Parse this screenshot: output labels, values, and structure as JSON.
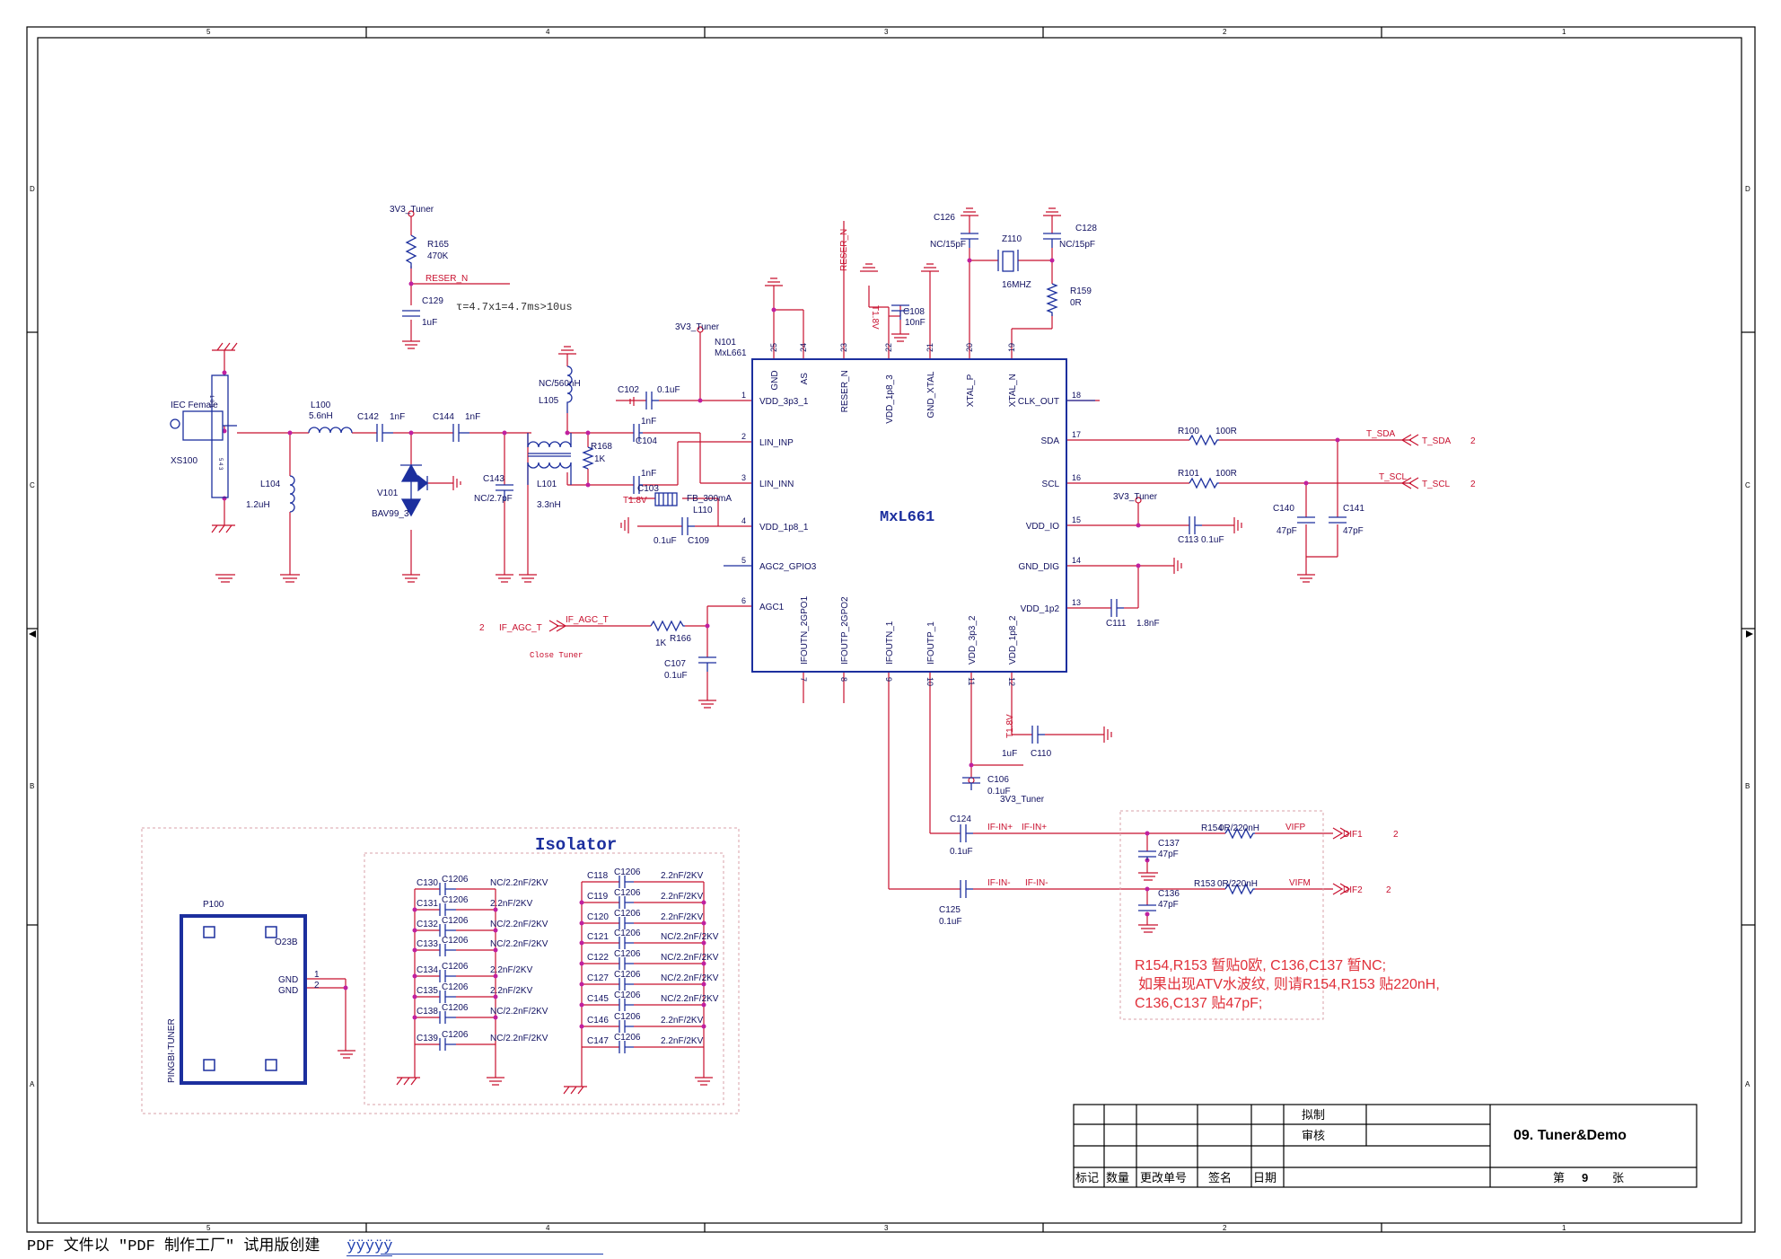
{
  "frame": {
    "col_top": [
      "5",
      "4",
      "3",
      "2",
      "1"
    ],
    "col_bottom": [
      "5",
      "4",
      "3",
      "2",
      "1"
    ],
    "row_left": [
      "D",
      "C",
      "B",
      "A"
    ],
    "row_right": [
      "D",
      "C",
      "B",
      "A"
    ]
  },
  "chip": {
    "name": "MxL661",
    "ref": "N101",
    "part": "MxL661",
    "pins_top": [
      {
        "num": "25",
        "name": "GND"
      },
      {
        "num": "24",
        "name": "AS"
      },
      {
        "num": "23",
        "name": "RESER_N"
      },
      {
        "num": "22",
        "name": "VDD_1p8_3"
      },
      {
        "num": "21",
        "name": "GND_XTAL"
      },
      {
        "num": "20",
        "name": "XTAL_P"
      },
      {
        "num": "19",
        "name": "XTAL_N"
      }
    ],
    "pins_left": [
      {
        "num": "1",
        "name": "VDD_3p3_1"
      },
      {
        "num": "2",
        "name": "LIN_INP"
      },
      {
        "num": "3",
        "name": "LIN_INN"
      },
      {
        "num": "4",
        "name": "VDD_1p8_1"
      },
      {
        "num": "5",
        "name": "AGC2_GPIO3"
      },
      {
        "num": "6",
        "name": "AGC1"
      }
    ],
    "pins_right": [
      {
        "num": "18",
        "name": "CLK_OUT"
      },
      {
        "num": "17",
        "name": "SDA"
      },
      {
        "num": "16",
        "name": "SCL"
      },
      {
        "num": "15",
        "name": "VDD_IO"
      },
      {
        "num": "14",
        "name": "GND_DIG"
      },
      {
        "num": "13",
        "name": "VDD_1p2"
      }
    ],
    "pins_bottom": [
      {
        "num": "7",
        "name": "IFOUTN_2GPO1"
      },
      {
        "num": "8",
        "name": "IFOUTP_2GPO2"
      },
      {
        "num": "9",
        "name": "IFOUTN_1"
      },
      {
        "num": "10",
        "name": "IFOUTP_1"
      },
      {
        "num": "11",
        "name": "VDD_3p3_2"
      },
      {
        "num": "12",
        "name": "VDD_1p8_2"
      }
    ]
  },
  "labels": {
    "v3v3_tuner_1": "3V3_Tuner",
    "r165": "R165",
    "r165_val": "470K",
    "reser_n_net": "RESER_N",
    "c129": "C129",
    "c129_val": "1uF",
    "tau_note": "τ=4.7x1=4.7ms>10us",
    "v3v3_tuner_2": "3V3_Tuner",
    "iec_female": "IEC Female",
    "xs100": "XS100",
    "iec_pin_left": "1 0 3",
    "iec_pin_right": "5 4 3",
    "l100": "L100",
    "l100_val": "5.6nH",
    "c142": "C142",
    "c142_val": "1nF",
    "c144": "C144",
    "c144_val": "1nF",
    "l104": "L104",
    "l104_val": "1.2uH",
    "v101": "V101",
    "bav99": "BAV99_3",
    "c143": "C143",
    "c143_val": "NC/2.7pF",
    "l105_val": "NC/560nH",
    "l105": "L105",
    "r168": "R168",
    "r168_val": "1K",
    "l101": "L101",
    "l101_val": "3.3nH",
    "c102": "C102",
    "c102_val": "0.1uF",
    "c104": "C104",
    "c104_val": "1nF",
    "c103": "C103",
    "c103_val": "1nF",
    "t1v8_a": "T1.8V",
    "fb": "FB_300mA",
    "l110": "L110",
    "c109": "C109",
    "c109_val": "0.1uF",
    "if_agc_t": "IF_AGC_T",
    "if_agc_t_net": "IF_AGC_T",
    "agc_sheet": "2",
    "r166": "R166",
    "r166_val": "1K",
    "close_tuner": "Close Tuner",
    "c107": "C107",
    "c107_val": "0.1uF",
    "reser_n_top": "RESER_N",
    "t1v8_b": "T1.8V",
    "c108": "C108",
    "c108_val": "10nF",
    "c126": "C126",
    "c126_val": "NC/15pF",
    "z110": "Z110",
    "z110_val": "16MHZ",
    "c128": "C128",
    "c128_val": "NC/15pF",
    "r159": "R159",
    "r159_val": "0R",
    "r100": "R100",
    "r100_val": "100R",
    "r101": "R101",
    "r101_val": "100R",
    "t_sda_net": "T_SDA",
    "t_sda": "T_SDA",
    "t_sda_sheet": "2",
    "t_scl_net": "T_SCL",
    "t_scl": "T_SCL",
    "t_scl_sheet": "2",
    "c140": "C140",
    "c140_val": "47pF",
    "c141": "C141",
    "c141_val": "47pF",
    "v3v3_tuner_3": "3V3_Tuner",
    "c113": "C113",
    "c113_val": "0.1uF",
    "c111": "C111",
    "c111_val": "1.8nF",
    "t1v8_c": "T1.8V",
    "c110": "C110",
    "c110_val": "1uF",
    "c106": "C106",
    "c106_val": "0.1uF",
    "v3v3_tuner_4": "3V3_Tuner",
    "c124": "C124",
    "c124_val": "0.1uF",
    "c125": "C125",
    "c125_val": "0.1uF",
    "if_in_p": "IF-IN+",
    "if_in_p2": "IF-IN+",
    "if_in_n": "IF-IN-",
    "if_in_n2": "IF-IN-",
    "c137": "C137",
    "c137_val": "47pF",
    "c136": "C136",
    "c136_val": "47pF",
    "r154": "R154",
    "r154_val": "0R/220nH",
    "vifp": "VIFP",
    "dif1": "DIF1",
    "dif1_sheet": "2",
    "r153": "R153",
    "r153_val": "0R/220nH",
    "vifm": "VIFM",
    "dif2": "DIF2",
    "dif2_sheet": "2",
    "note_line1": "R154,R153 暂贴0欧, C136,C137 暂NC;",
    "note_line2": "如果出现ATV水波纹, 则请R154,R153 贴220nH,",
    "note_line3": "C136,C137 贴47pF;",
    "isolator": "Isolator",
    "p100": "P100",
    "o23b": "O23B",
    "gnd1": "GND",
    "gnd2": "GND",
    "p100_pin1": "1",
    "p100_pin2": "2",
    "pingbi": "PINGBI-TUNER"
  },
  "isolator_left": [
    {
      "ref": "C130",
      "pkg": "C1206",
      "val": "NC/2.2nF/2KV"
    },
    {
      "ref": "C131",
      "pkg": "C1206",
      "val": "2.2nF/2KV"
    },
    {
      "ref": "C132",
      "pkg": "C1206",
      "val": "NC/2.2nF/2KV"
    },
    {
      "ref": "C133",
      "pkg": "C1206",
      "val": "NC/2.2nF/2KV"
    },
    {
      "ref": "C134",
      "pkg": "C1206",
      "val": "2.2nF/2KV"
    },
    {
      "ref": "C135",
      "pkg": "C1206",
      "val": "2.2nF/2KV"
    },
    {
      "ref": "C138",
      "pkg": "C1206",
      "val": "NC/2.2nF/2KV"
    },
    {
      "ref": "C139",
      "pkg": "C1206",
      "val": "NC/2.2nF/2KV"
    }
  ],
  "isolator_right": [
    {
      "ref": "C118",
      "pkg": "C1206",
      "val": "2.2nF/2KV"
    },
    {
      "ref": "C119",
      "pkg": "C1206",
      "val": "2.2nF/2KV"
    },
    {
      "ref": "C120",
      "pkg": "C1206",
      "val": "2.2nF/2KV"
    },
    {
      "ref": "C121",
      "pkg": "C1206",
      "val": "NC/2.2nF/2KV"
    },
    {
      "ref": "C122",
      "pkg": "C1206",
      "val": "NC/2.2nF/2KV"
    },
    {
      "ref": "C127",
      "pkg": "C1206",
      "val": "NC/2.2nF/2KV"
    },
    {
      "ref": "C145",
      "pkg": "C1206",
      "val": "NC/2.2nF/2KV"
    },
    {
      "ref": "C146",
      "pkg": "C1206",
      "val": "2.2nF/2KV"
    },
    {
      "ref": "C147",
      "pkg": "C1206",
      "val": "2.2nF/2KV"
    }
  ],
  "title_block": {
    "drawn": "拟制",
    "check": "审核",
    "title": "09. Tuner&Demo",
    "h1": "标记",
    "h2": "数量",
    "h3": "更改单号",
    "h4": "签名",
    "h5": "日期",
    "sheet_prefix": "第",
    "sheet_num": "9",
    "sheet_suffix": "张"
  },
  "footer": {
    "text": "PDF 文件以 \"PDF 制作工厂\" 试用版创建",
    "link": "ÿÿÿÿÿ"
  },
  "colors": {
    "wire": "#c8102e",
    "symbol": "#1c2f9e",
    "text": "#101060",
    "frame": "#000000",
    "dashed": "#d8a0a8"
  }
}
